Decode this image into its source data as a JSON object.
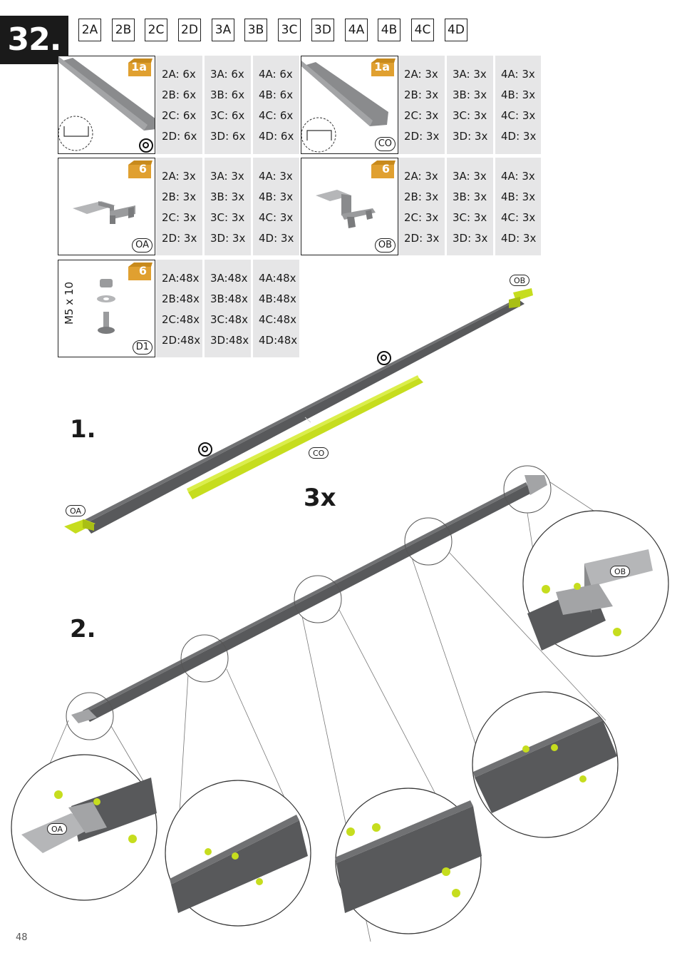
{
  "step": "32.",
  "models": [
    "2A",
    "2B",
    "2C",
    "2D",
    "3A",
    "3B",
    "3C",
    "3D",
    "4A",
    "4B",
    "4C",
    "4D"
  ],
  "parts": [
    {
      "box": "1a",
      "code": "O",
      "qty": [
        [
          "2A: 6x",
          "2B: 6x",
          "2C: 6x",
          "2D: 6x"
        ],
        [
          "3A: 6x",
          "3B: 6x",
          "3C: 6x",
          "3D: 6x"
        ],
        [
          "4A: 6x",
          "4B: 6x",
          "4C: 6x",
          "4D: 6x"
        ]
      ]
    },
    {
      "box": "1a",
      "code": "CO",
      "qty": [
        [
          "2A: 3x",
          "2B: 3x",
          "2C: 3x",
          "2D: 3x"
        ],
        [
          "3A: 3x",
          "3B: 3x",
          "3C: 3x",
          "3D: 3x"
        ],
        [
          "4A: 3x",
          "4B: 3x",
          "4C: 3x",
          "4D: 3x"
        ]
      ]
    },
    {
      "box": "6",
      "code": "OA",
      "qty": [
        [
          "2A: 3x",
          "2B: 3x",
          "2C: 3x",
          "2D: 3x"
        ],
        [
          "3A: 3x",
          "3B: 3x",
          "3C: 3x",
          "3D: 3x"
        ],
        [
          "4A: 3x",
          "4B: 3x",
          "4C: 3x",
          "4D: 3x"
        ]
      ]
    },
    {
      "box": "6",
      "code": "OB",
      "qty": [
        [
          "2A: 3x",
          "2B: 3x",
          "2C: 3x",
          "2D: 3x"
        ],
        [
          "3A: 3x",
          "3B: 3x",
          "3C: 3x",
          "3D: 3x"
        ],
        [
          "4A: 3x",
          "4B: 3x",
          "4C: 3x",
          "4D: 3x"
        ]
      ]
    },
    {
      "box": "6",
      "code": "D1",
      "label": "M5 x 10",
      "qty": [
        [
          "2A:48x",
          "2B:48x",
          "2C:48x",
          "2D:48x"
        ],
        [
          "3A:48x",
          "3B:48x",
          "3C:48x",
          "3D:48x"
        ],
        [
          "4A:48x",
          "4B:48x",
          "4C:48x",
          "4D:48x"
        ]
      ]
    }
  ],
  "substeps": {
    "one": "1.",
    "two": "2.",
    "repeat": "3x"
  },
  "callouts": {
    "oa": "OA",
    "ob": "OB",
    "co": "CO"
  },
  "page_number": "48",
  "colors": {
    "accent": "#c6dd1e",
    "box": "#e0a030",
    "rail": "#58595b",
    "panel": "#e6e6e7"
  }
}
